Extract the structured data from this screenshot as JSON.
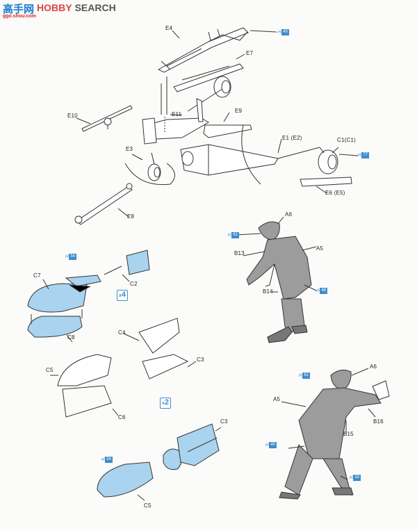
{
  "watermark": {
    "cn": "高手网",
    "brand_a": "HOBBY",
    "brand_b": "SEARCH",
    "url": "ggo.shou.com"
  },
  "parts": {
    "E4": "E4",
    "E7": "E7",
    "E10": "E10",
    "E11": "E11",
    "E9": "E9",
    "E1": "E1 (E2)",
    "C1": "C1(C1)",
    "E3": "E3",
    "E6": "E6 (E5)",
    "E8": "E8",
    "A6a": "A6",
    "A5a": "A5",
    "B13": "B13",
    "B14": "B14",
    "C7": "C7",
    "C2": "C2",
    "C8": "C8",
    "C4": "C4",
    "C3a": "C3",
    "C5a": "C5",
    "C6": "C6",
    "C3b": "C3",
    "C5b": "C5",
    "A6b": "A6",
    "A5b": "A5",
    "B16": "B16",
    "B15": "B15"
  },
  "multipliers": {
    "x4": "4",
    "x2": "2",
    "x_prefix": "x"
  },
  "color_refs": [
    {
      "id": "ref-e4",
      "h": "H",
      "n": "40"
    },
    {
      "id": "ref-c1",
      "h": "H",
      "n": "77"
    },
    {
      "id": "ref-a6",
      "h": "H",
      "n": "61"
    },
    {
      "id": "ref-b14",
      "h": "H",
      "n": "48"
    },
    {
      "id": "ref-c7",
      "h": "H",
      "n": "54"
    },
    {
      "id": "ref-a6b",
      "h": "H",
      "n": "61"
    },
    {
      "id": "ref-b15",
      "h": "H",
      "n": "40"
    },
    {
      "id": "ref-a5b",
      "h": "H",
      "n": "33"
    },
    {
      "id": "ref-c5b",
      "h": "H",
      "n": "54"
    }
  ],
  "colors": {
    "part_blue": "#a9d3ee",
    "ref_blue": "#3f8ccc",
    "figure_gray": "#9c9c9c",
    "line": "#333333"
  }
}
